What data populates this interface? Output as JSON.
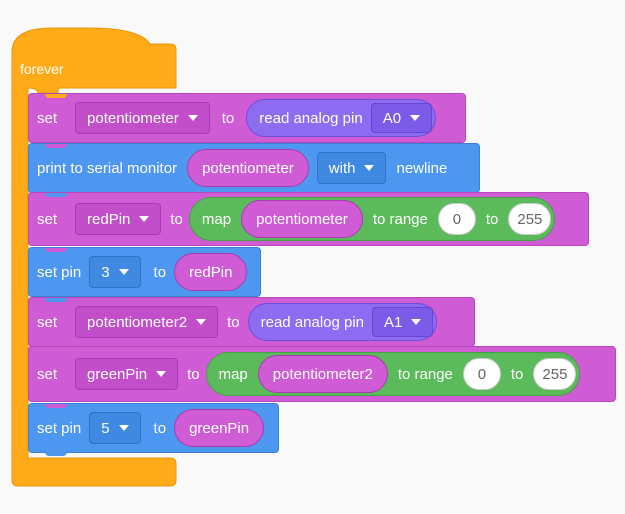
{
  "colors": {
    "forever": "#ffab19",
    "purple": "#cf5bd5",
    "blue": "#4d97f0",
    "green": "#5bbb5b",
    "violet": "#8e6cf2",
    "background": "#f9f9f9"
  },
  "forever": {
    "label": "forever"
  },
  "blocks": [
    {
      "set": "set",
      "variable": "potentiometer",
      "to": "to",
      "reporter": "read analog pin",
      "pin": "A0"
    },
    {
      "label": "print to serial monitor",
      "value": "potentiometer",
      "option": "with",
      "suffix": "newline"
    },
    {
      "set": "set",
      "variable": "redPin",
      "to": "to",
      "map": "map",
      "input": "potentiometer",
      "range_label": "to range",
      "min": "0",
      "to2": "to",
      "max": "255"
    },
    {
      "label": "set pin",
      "pin": "3",
      "to": "to",
      "value": "redPin"
    },
    {
      "set": "set",
      "variable": "potentiometer2",
      "to": "to",
      "reporter": "read analog pin",
      "pin": "A1"
    },
    {
      "set": "set",
      "variable": "greenPin",
      "to": "to",
      "map": "map",
      "input": "potentiometer2",
      "range_label": "to range",
      "min": "0",
      "to2": "to",
      "max": "255"
    },
    {
      "label": "set pin",
      "pin": "5",
      "to": "to",
      "value": "greenPin"
    }
  ]
}
